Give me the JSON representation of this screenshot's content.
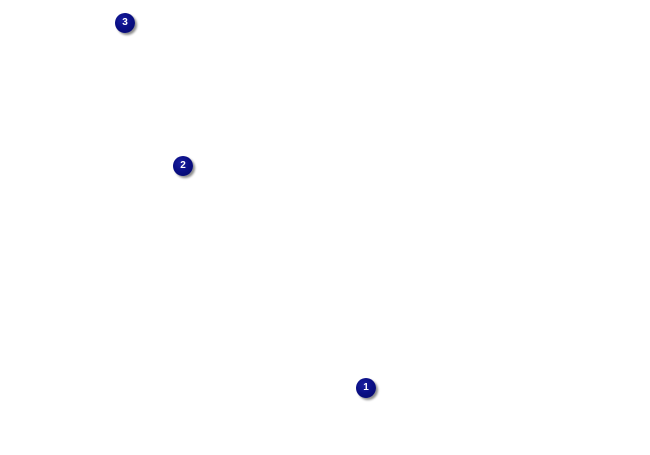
{
  "colors": {
    "background": "#ffffff",
    "marker_fill": "#0a0f86",
    "marker_label": "#ffffff"
  },
  "markers": [
    {
      "label": "1"
    },
    {
      "label": "2"
    },
    {
      "label": "3"
    }
  ]
}
